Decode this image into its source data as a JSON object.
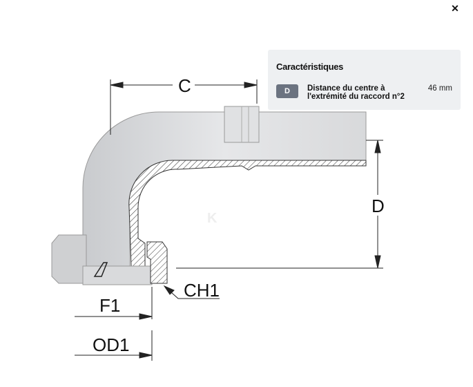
{
  "close_icon": "close-icon",
  "characteristics": {
    "title": "Caractéristiques",
    "items": [
      {
        "badge": "D",
        "description": "Distance du centre à l'extrémité du raccord n°2",
        "value": "46 mm"
      }
    ]
  },
  "drawing": {
    "labels": {
      "c": "C",
      "d": "D",
      "f1": "F1",
      "od1": "OD1",
      "ch1": "CH1"
    }
  }
}
